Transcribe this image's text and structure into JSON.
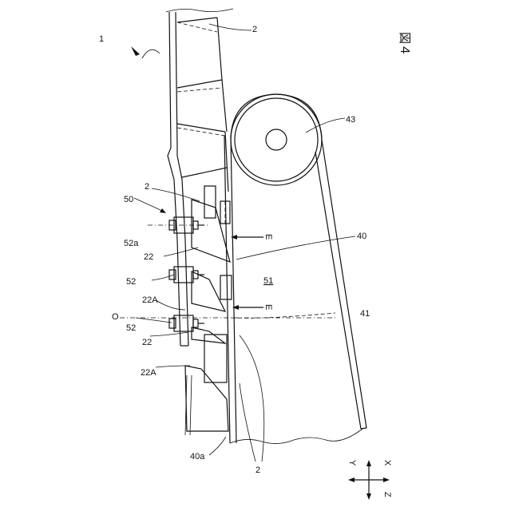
{
  "figure_label": "図４",
  "labels": {
    "l1": "1",
    "l2_top": "2",
    "l2_mid": "2",
    "l2_bottom": "2",
    "l43": "43",
    "l50": "50",
    "l52a": "52a",
    "l22_a": "22",
    "l52_a": "52",
    "l22A_a": "22A",
    "l52_b": "52",
    "l22_b": "22",
    "l22A_b": "22A",
    "lO": "O",
    "l40": "40",
    "l51": "51",
    "l41": "41",
    "l40a": "40a",
    "lE_1": "E",
    "lE_2": "E"
  },
  "axes": {
    "x": "X",
    "y": "Y",
    "z": "Z"
  }
}
